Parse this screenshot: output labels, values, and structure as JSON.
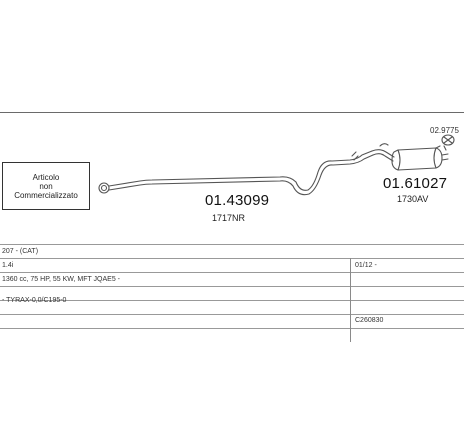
{
  "diagram": {
    "note_box": {
      "line1": "Articolo",
      "line2": "non",
      "line3": "Commercializzato"
    },
    "parts": [
      {
        "code": "01.43099",
        "ref": "1717NR"
      },
      {
        "code": "01.61027",
        "ref": "1730AV"
      },
      {
        "code": "02.9775"
      }
    ]
  },
  "info_rows": {
    "model": "207 - (CAT)",
    "engine": "1.4i",
    "date": "01/12 -",
    "spec": "1360 cc, 75 HP, 55 KW, MFT JQAE5 -",
    "note": "- TYRAX-0,0/C195-0",
    "ref_code": "C260830"
  },
  "colors": {
    "line": "#555555",
    "text": "#222222"
  }
}
